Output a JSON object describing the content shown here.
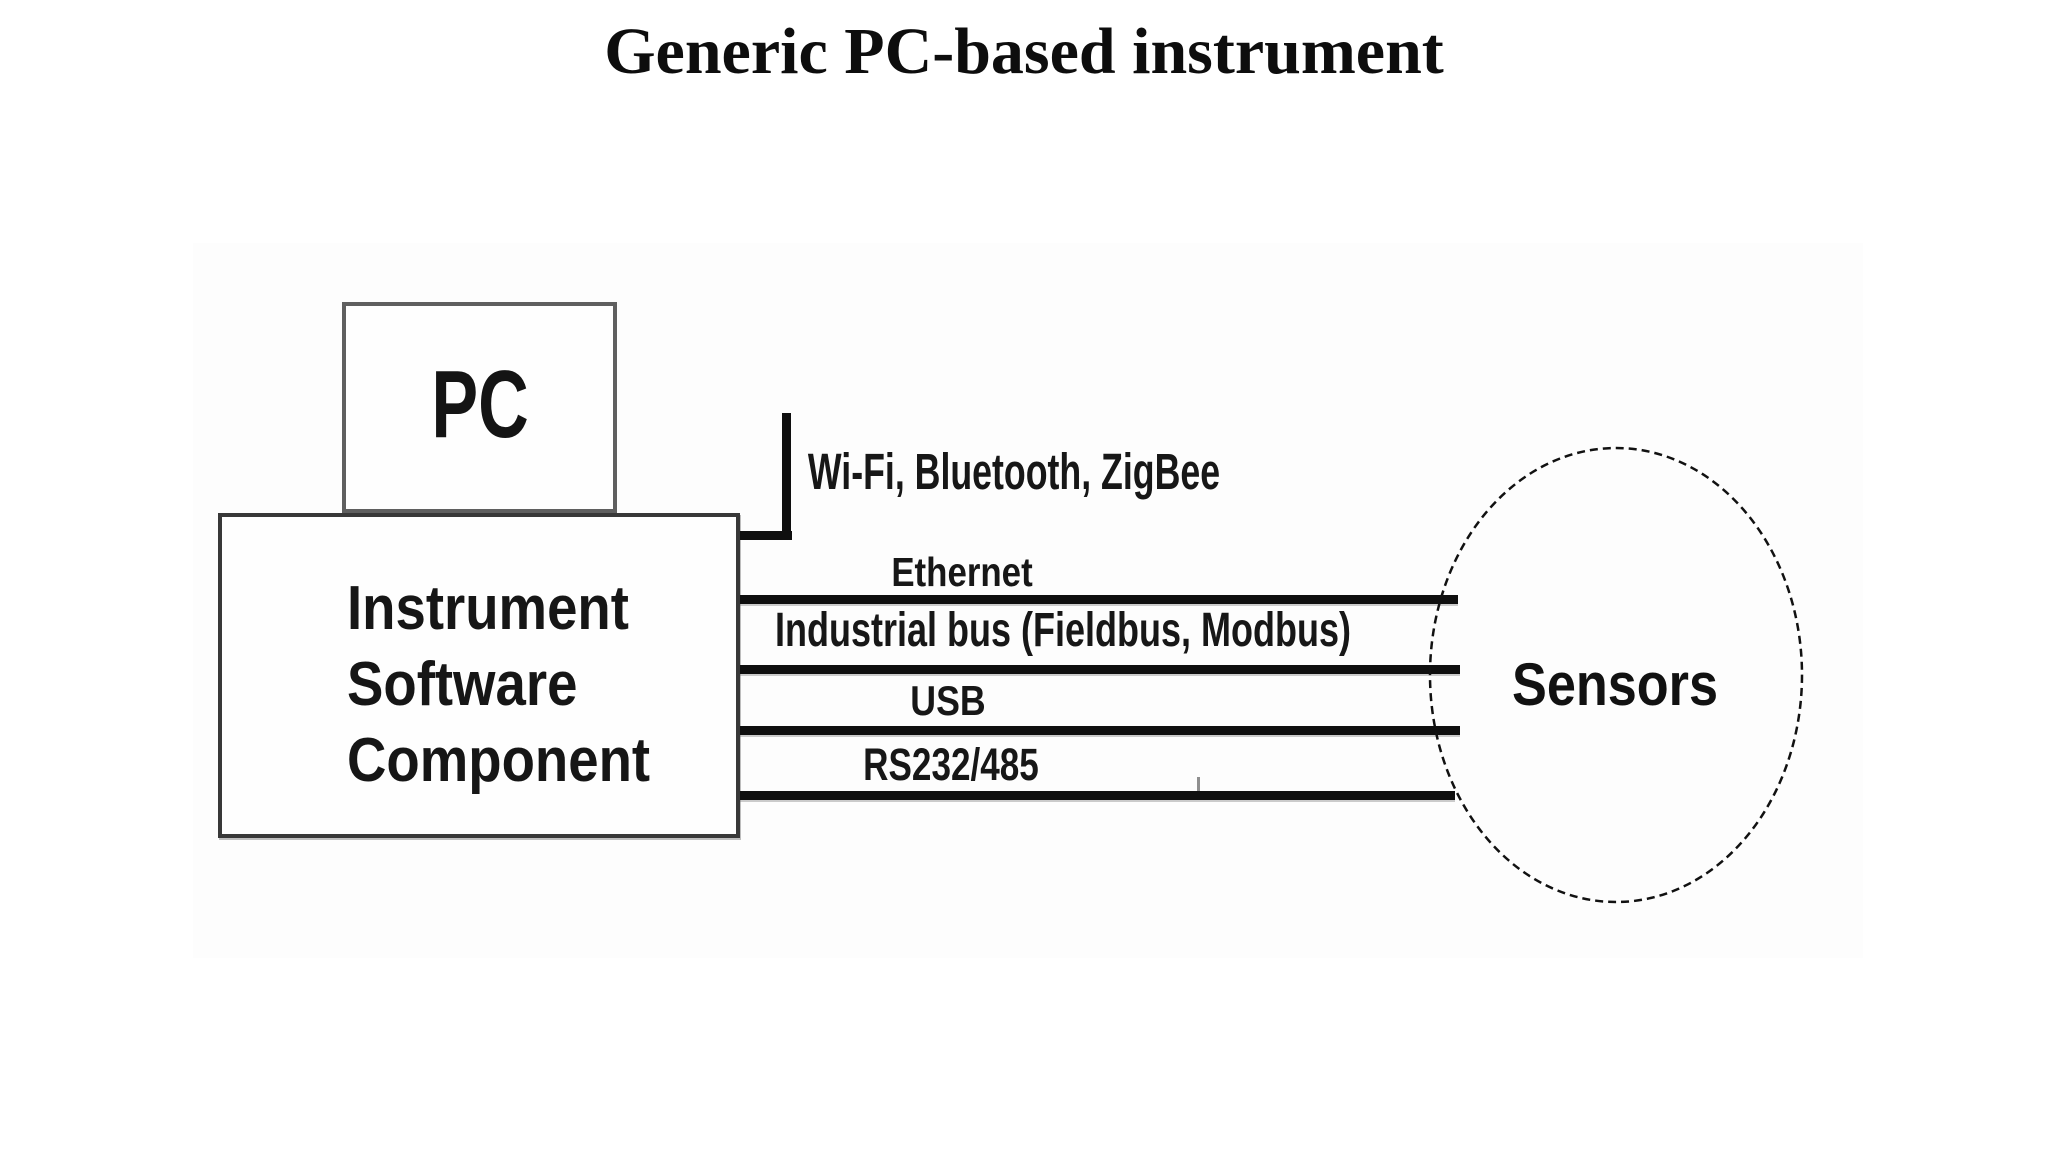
{
  "title": "Generic PC-based instrument",
  "diagram": {
    "pc_box": {
      "label": "PC"
    },
    "software_box": {
      "line1": "Instrument",
      "line2": "Software",
      "line3": "Component"
    },
    "wireless_link": {
      "label": "Wi-Fi, Bluetooth, ZigBee"
    },
    "wired_links": [
      {
        "label": "Ethernet"
      },
      {
        "label": "Industrial bus (Fieldbus, Modbus)"
      },
      {
        "label": "USB"
      },
      {
        "label": "RS232/485"
      }
    ],
    "sensors": {
      "label": "Sensors"
    }
  },
  "colors": {
    "background": "#ffffff",
    "line": "#0f0f0f",
    "text": "#141414",
    "pc_border": "#5f5f5f",
    "software_border": "#383838",
    "ellipse_stroke": "#111111"
  }
}
